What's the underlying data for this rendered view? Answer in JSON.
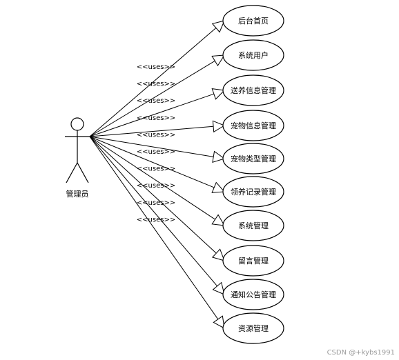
{
  "actor": {
    "name": "管理员"
  },
  "stereotype_label": "<<uses>>",
  "use_cases": [
    {
      "label": "后台首页"
    },
    {
      "label": "系统用户"
    },
    {
      "label": "送养信息管理"
    },
    {
      "label": "宠物信息管理"
    },
    {
      "label": "宠物类型管理"
    },
    {
      "label": "领养记录管理"
    },
    {
      "label": "系统管理"
    },
    {
      "label": "留言管理"
    },
    {
      "label": "通知公告管理"
    },
    {
      "label": "资源管理"
    }
  ],
  "watermark": "CSDN @+kybs1991"
}
